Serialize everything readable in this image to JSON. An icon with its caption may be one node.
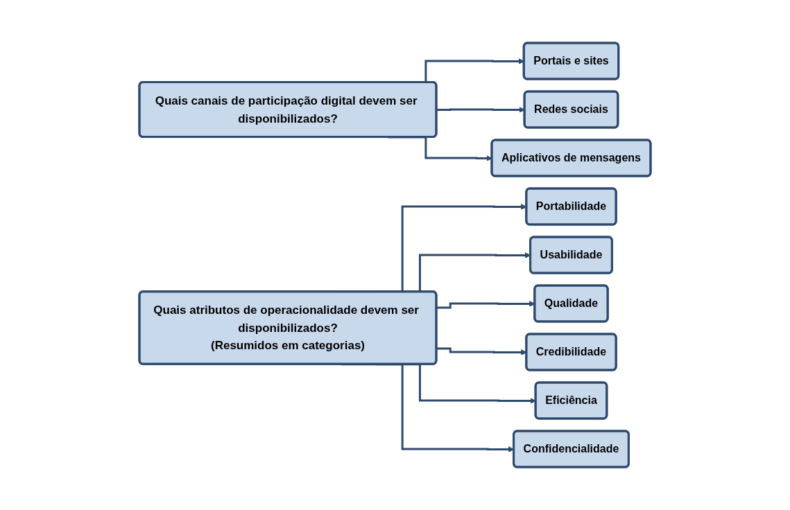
{
  "diagram": {
    "nodes": [
      {
        "text": [
          "Quais canais de participação digital devem ser disponibilizados?"
        ]
      },
      {
        "text": [
          "Portais e sites"
        ]
      },
      {
        "text": [
          "Redes sociais"
        ]
      },
      {
        "text": [
          "Aplicativos de mensagens"
        ]
      },
      {
        "text": [
          "Quais atributos de operacionalidade devem ser disponibilizados?",
          "(Resumidos em categorias)"
        ]
      },
      {
        "text": [
          "Portabilidade"
        ]
      },
      {
        "text": [
          "Usabilidade"
        ]
      },
      {
        "text": [
          "Qualidade"
        ]
      },
      {
        "text": [
          "Credibilidade"
        ]
      },
      {
        "text": [
          "Eficiência"
        ]
      },
      {
        "text": [
          "Confidencialidade"
        ]
      }
    ],
    "edges": [
      {
        "from": 0,
        "to": 1,
        "arrow": "to"
      },
      {
        "from": 0,
        "to": 2,
        "arrow": "to"
      },
      {
        "from": 0,
        "to": 3,
        "arrow": "to"
      },
      {
        "from": 4,
        "to": 5,
        "arrow": "to"
      },
      {
        "from": 4,
        "to": 6,
        "arrow": "to"
      },
      {
        "from": 4,
        "to": 7,
        "arrow": "to"
      },
      {
        "from": 4,
        "to": 8,
        "arrow": "to"
      },
      {
        "from": 4,
        "to": 9,
        "arrow": "to"
      },
      {
        "from": 4,
        "to": 10,
        "arrow": "to"
      }
    ]
  }
}
